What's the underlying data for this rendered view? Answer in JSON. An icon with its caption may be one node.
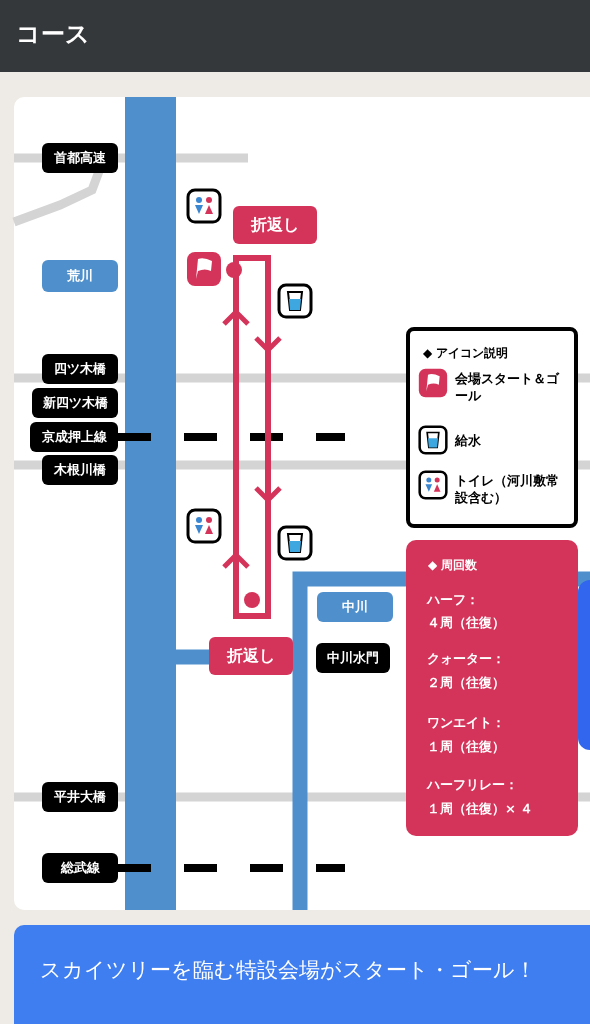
{
  "diagram": {
    "title": "コース",
    "labels": [
      "首都高速",
      "折返し",
      "荒川",
      "四ツ木橋",
      "新四ツ木橋",
      "京成押上線",
      "木根川橋",
      "中川",
      "中川水門",
      "折返し",
      "平井大橋",
      "総武線",
      "◆ アイコン説明",
      "◆ 周回数",
      "ハーフ：",
      "４周（往復）",
      "クォーター：",
      "２周（往復）",
      "ワンエイト：",
      "１周（往復）",
      "ハーフリレー：",
      "１周（往復）× ４",
      "スカイツリーを臨む特設会場がスタート・ゴール！"
    ],
    "legend": [
      {
        "text": "会場スタート＆ゴール"
      },
      {
        "text": "給水"
      },
      {
        "text": "トイレ（河川敷常設含む）"
      }
    ]
  }
}
